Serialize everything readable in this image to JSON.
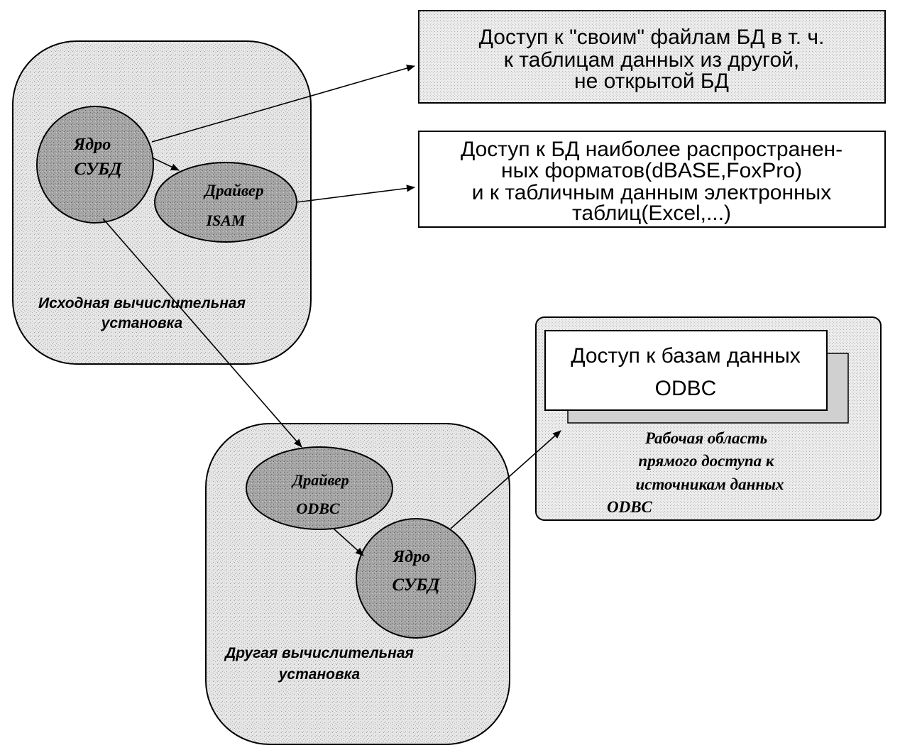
{
  "installation1": {
    "label_line1": "Исходная вычислительная",
    "label_line2": "установка"
  },
  "core1": {
    "line1": "Ядро",
    "line2": "СУБД"
  },
  "isam_driver": {
    "line1": "Драйвер",
    "line2": "ISAM"
  },
  "box_own_files": {
    "line1": "Доступ к \"своим\" файлам БД в т. ч.",
    "line2": "к таблицам данных из другой,",
    "line3": "не открытой БД"
  },
  "box_formats": {
    "line1": "Доступ к БД наиболее распространен-",
    "line2": "ных форматов(dBASE,FoxPro)",
    "line3": "и к табличным данным электронных",
    "line4": "таблиц(Excel,...)"
  },
  "installation2": {
    "label_line1": "Другая вычислительная",
    "label_line2": "установка"
  },
  "odbc_driver": {
    "line1": "Драйвер",
    "line2": "ODBC"
  },
  "core2": {
    "line1": "Ядро",
    "line2": "СУБД"
  },
  "odbc_access": {
    "line1": "Доступ к базам данных",
    "line2": "ODBC"
  },
  "workspace": {
    "line1": "Рабочая область",
    "line2": "прямого доступа к",
    "line3": "источникам данных",
    "line4": "ODBC"
  },
  "colors": {
    "region_fill": "#d9d9d9",
    "core_fill": "#9a9a9a",
    "driver_fill": "#8c8c8c",
    "box_fill": "#dcdcdc",
    "stroke": "#000000"
  }
}
